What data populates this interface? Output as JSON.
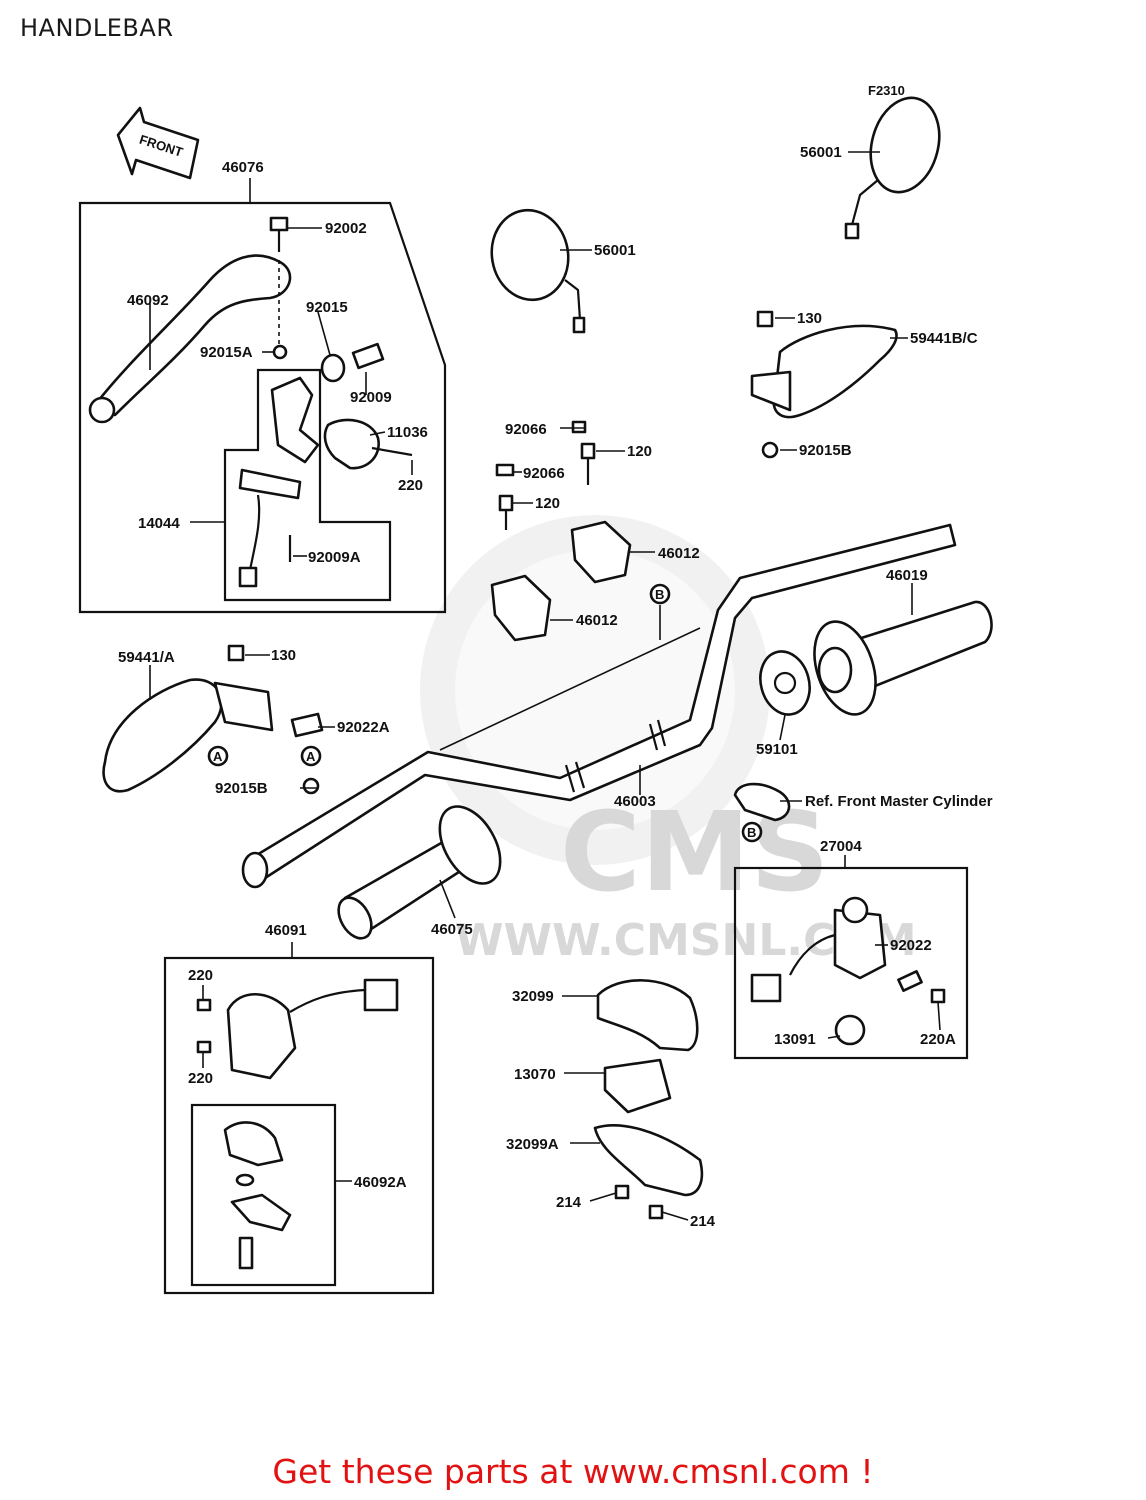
{
  "page": {
    "title": "HANDLEBAR",
    "footer": "Get these parts at www.cmsnl.com !"
  },
  "figure": {
    "code": "F2310",
    "front_arrow": "FRONT"
  },
  "watermark": {
    "brand": "CMS",
    "site": "WWW.CMSNL.COM"
  },
  "callouts": {
    "c46076": "46076",
    "c92002": "92002",
    "c46092": "46092",
    "c92015": "92015",
    "c92015A": "92015A",
    "c92009": "92009",
    "c11036": "11036",
    "c220a": "220",
    "c14044": "14044",
    "c92009A": "92009A",
    "c56001a": "56001",
    "c56001b": "56001",
    "c130a": "130",
    "c59441BC": "59441B/C",
    "c92015B_r": "92015B",
    "c92066a": "92066",
    "c120a": "120",
    "c92066b": "92066",
    "c120b": "120",
    "c46012a": "46012",
    "c46012b": "46012",
    "c46019": "46019",
    "c59101": "59101",
    "c59441A": "59441/A",
    "c130b": "130",
    "c92022A": "92022A",
    "c92015B_l": "92015B",
    "c46003": "46003",
    "ref_master": "Ref. Front Master Cylinder",
    "c27004": "27004",
    "c92022": "92022",
    "c13091": "13091",
    "c220A": "220A",
    "c46075": "46075",
    "c46091": "46091",
    "c220b": "220",
    "c220c": "220",
    "c46092A": "46092A",
    "c32099": "32099",
    "c13070": "13070",
    "c32099A": "32099A",
    "c214a": "214",
    "c214b": "214",
    "mA1": "A",
    "mA2": "A",
    "mB1": "B",
    "mB2": "B"
  }
}
